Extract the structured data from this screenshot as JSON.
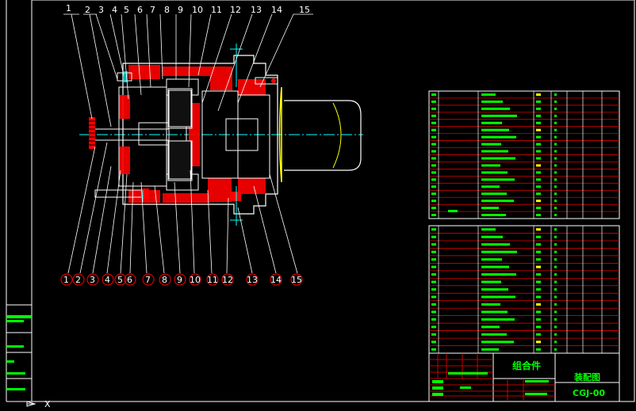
{
  "drawing": {
    "part_labels": [
      "1",
      "2",
      "3",
      "4",
      "5",
      "6",
      "7",
      "8",
      "9",
      "10",
      "11",
      "12",
      "13",
      "14",
      "15"
    ],
    "title_group": "组合件",
    "title_name": "装配图",
    "drawing_number": "CGJ-00",
    "axis_marker_x": "X"
  },
  "colors": {
    "background": "#000000",
    "border": "#ffffff",
    "red": "#ff0000",
    "green": "#00ff00",
    "cyan": "#00ffff",
    "yellow": "#ffff00"
  }
}
